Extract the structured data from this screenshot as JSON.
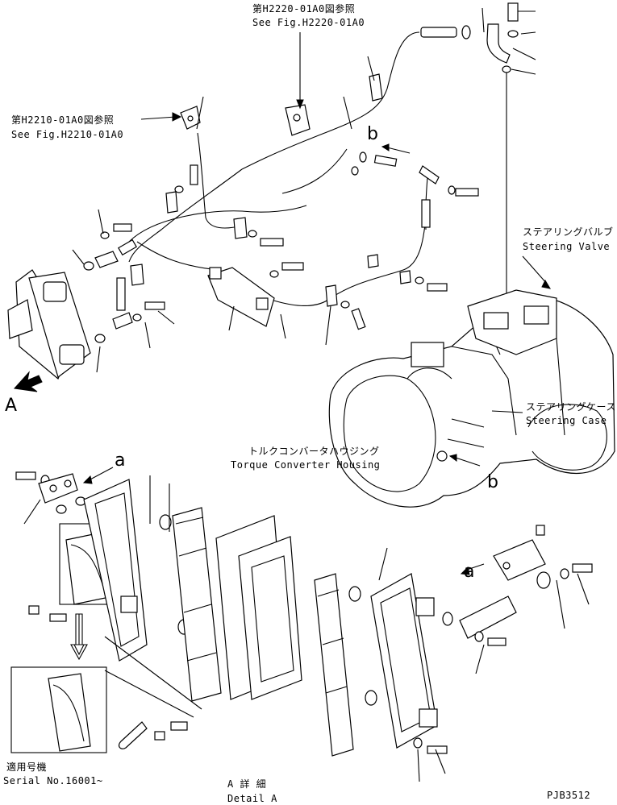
{
  "labels": {
    "ref_h2220_jp": "第H2220-01A0図参照",
    "ref_h2220_en": "See Fig.H2220-01A0",
    "ref_h2210_jp": "第H2210-01A0図参照",
    "ref_h2210_en": "See Fig.H2210-01A0",
    "steering_valve_jp": "ステアリングバルブ",
    "steering_valve_en": "Steering Valve",
    "steering_case_jp": "ステアリングケース",
    "steering_case_en": "Steering Case",
    "torque_converter_jp": "トルクコンバータハウジング",
    "torque_converter_en": "Torque Converter Housing",
    "view_a": "A",
    "mark_b_upper": "b",
    "mark_b_lower": "b",
    "mark_a_left": "a",
    "mark_a_right": "a",
    "serial_jp": "適用号機",
    "serial_en": "Serial No.16001~",
    "detail_jp": "A 詳 細",
    "detail_en": "Detail A",
    "drawing_no": "PJB3512"
  }
}
